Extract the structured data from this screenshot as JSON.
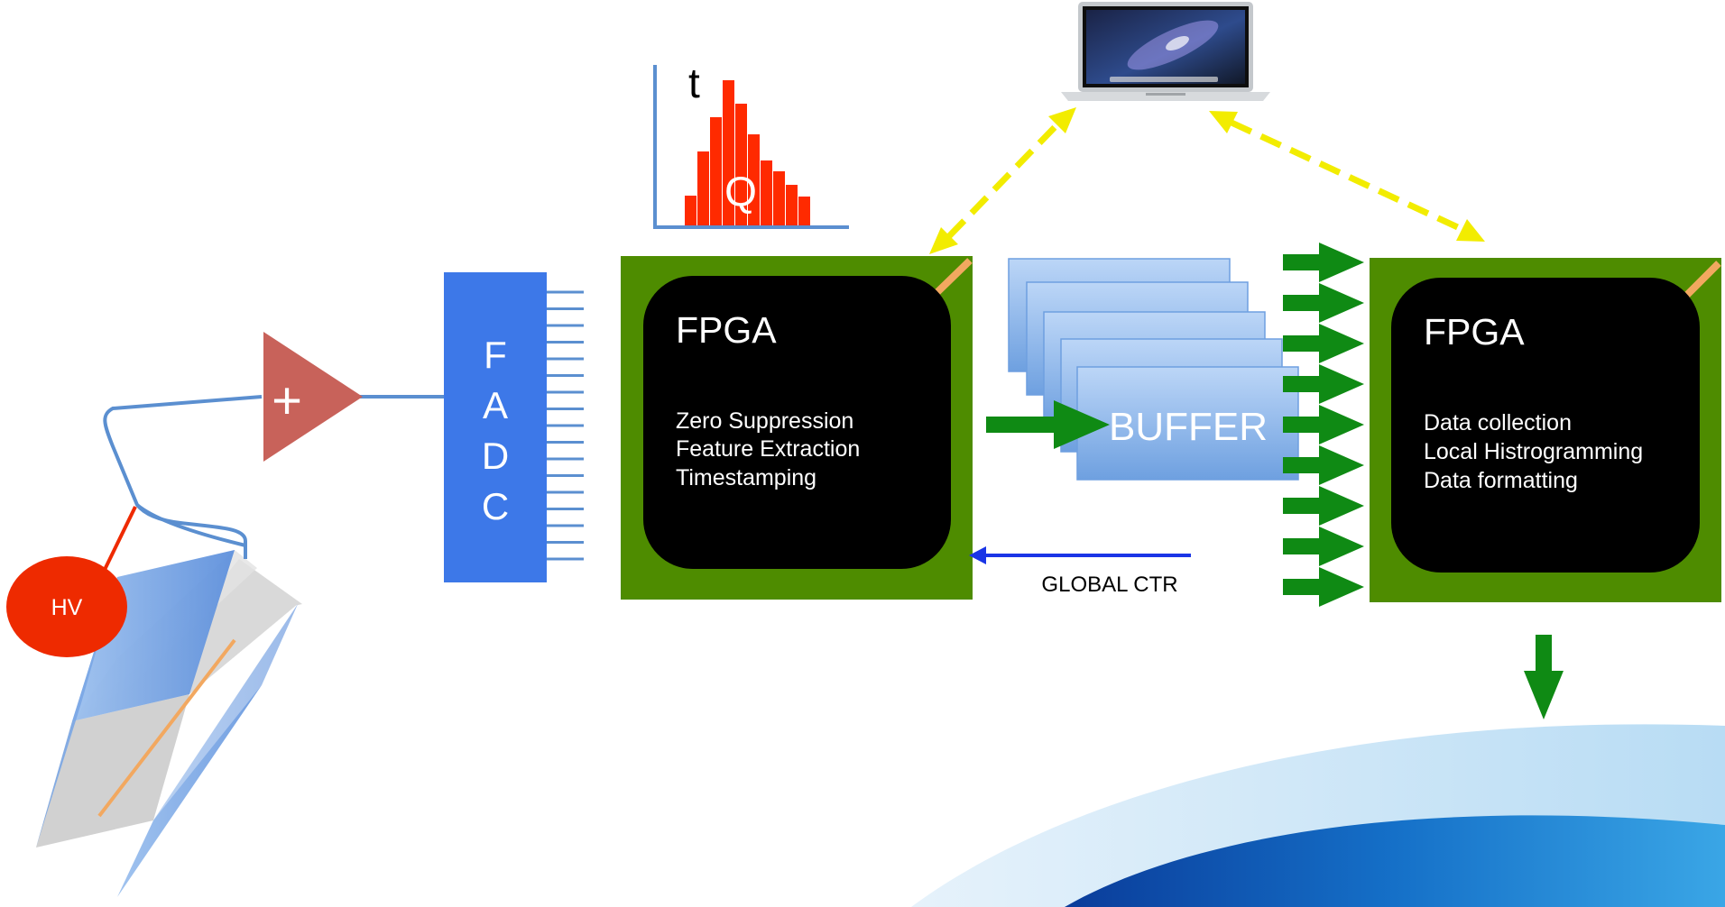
{
  "detector": {
    "hv_label": "HV"
  },
  "amplifier": {
    "symbol": "+"
  },
  "fadc": {
    "letters": [
      "F",
      "A",
      "D",
      "C"
    ]
  },
  "histogram": {
    "y_label": "t",
    "x_label": "Q"
  },
  "fpga_front": {
    "title": "FPGA",
    "functions": [
      "Zero Suppression",
      "Feature Extraction",
      "Timestamping"
    ]
  },
  "buffer": {
    "label": "BUFFER"
  },
  "global_ctr": {
    "label": "GLOBAL CTR"
  },
  "fpga_back": {
    "title": "FPGA",
    "functions": [
      "Data collection",
      "Local Histrogramming",
      "Data formatting"
    ]
  },
  "colors": {
    "board_green": "#4e8c00",
    "chip_black": "#000000",
    "fadc_blue": "#3d78e8",
    "amp_red": "#c8625a",
    "hv_red": "#ee2a00",
    "arrow_green": "#0f8a14",
    "link_yellow": "#f2ec00",
    "histogram_red": "#ff2a00",
    "wire_blue": "#5b8fd0",
    "ctr_arrow_blue": "#1a35e6"
  }
}
